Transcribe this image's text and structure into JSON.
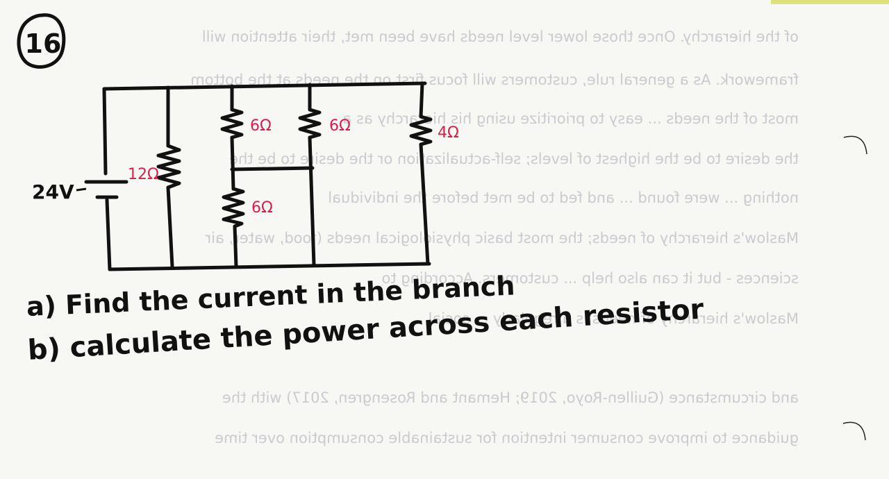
{
  "problem": {
    "number": "16"
  },
  "circuit": {
    "source_label": "24V",
    "resistor_labels": [
      "12Ω",
      "6Ω",
      "6Ω",
      "6Ω",
      "4Ω"
    ]
  },
  "questions": [
    "a) Find the current in the branch",
    "b) calculate the power across each resistor"
  ],
  "colors": {
    "ink": "#111111",
    "resistor_label": "#d6204a",
    "paper": "#f7f7f4",
    "bleed_text": "#c9cbd0"
  },
  "bleed_through": [
    "of the hierarchy. Once those lower level needs have been met, their attention will",
    "framework. As a general rule, customers will focus first on the needs at the bottom",
    "most of the needs ... easy to prioritize using his hierarchy as a",
    "the desire to be the highest of levels; self-actualization or the desire to be the",
    "nothing ... were found ... and fed to be met before the individual",
    "Maslow's hierarchy of needs; the most basic physiological needs (food, water, air",
    "sciences - but it can also help ... customers. According to",
    "Maslow's hierarchy of needs is a regularly ... social",
    "and circumstance (Guillen-Royo, 2019; Hemant and Rosengren, 2017) with the",
    "guidance to improve consumer intention for sustainable consumption over time"
  ]
}
